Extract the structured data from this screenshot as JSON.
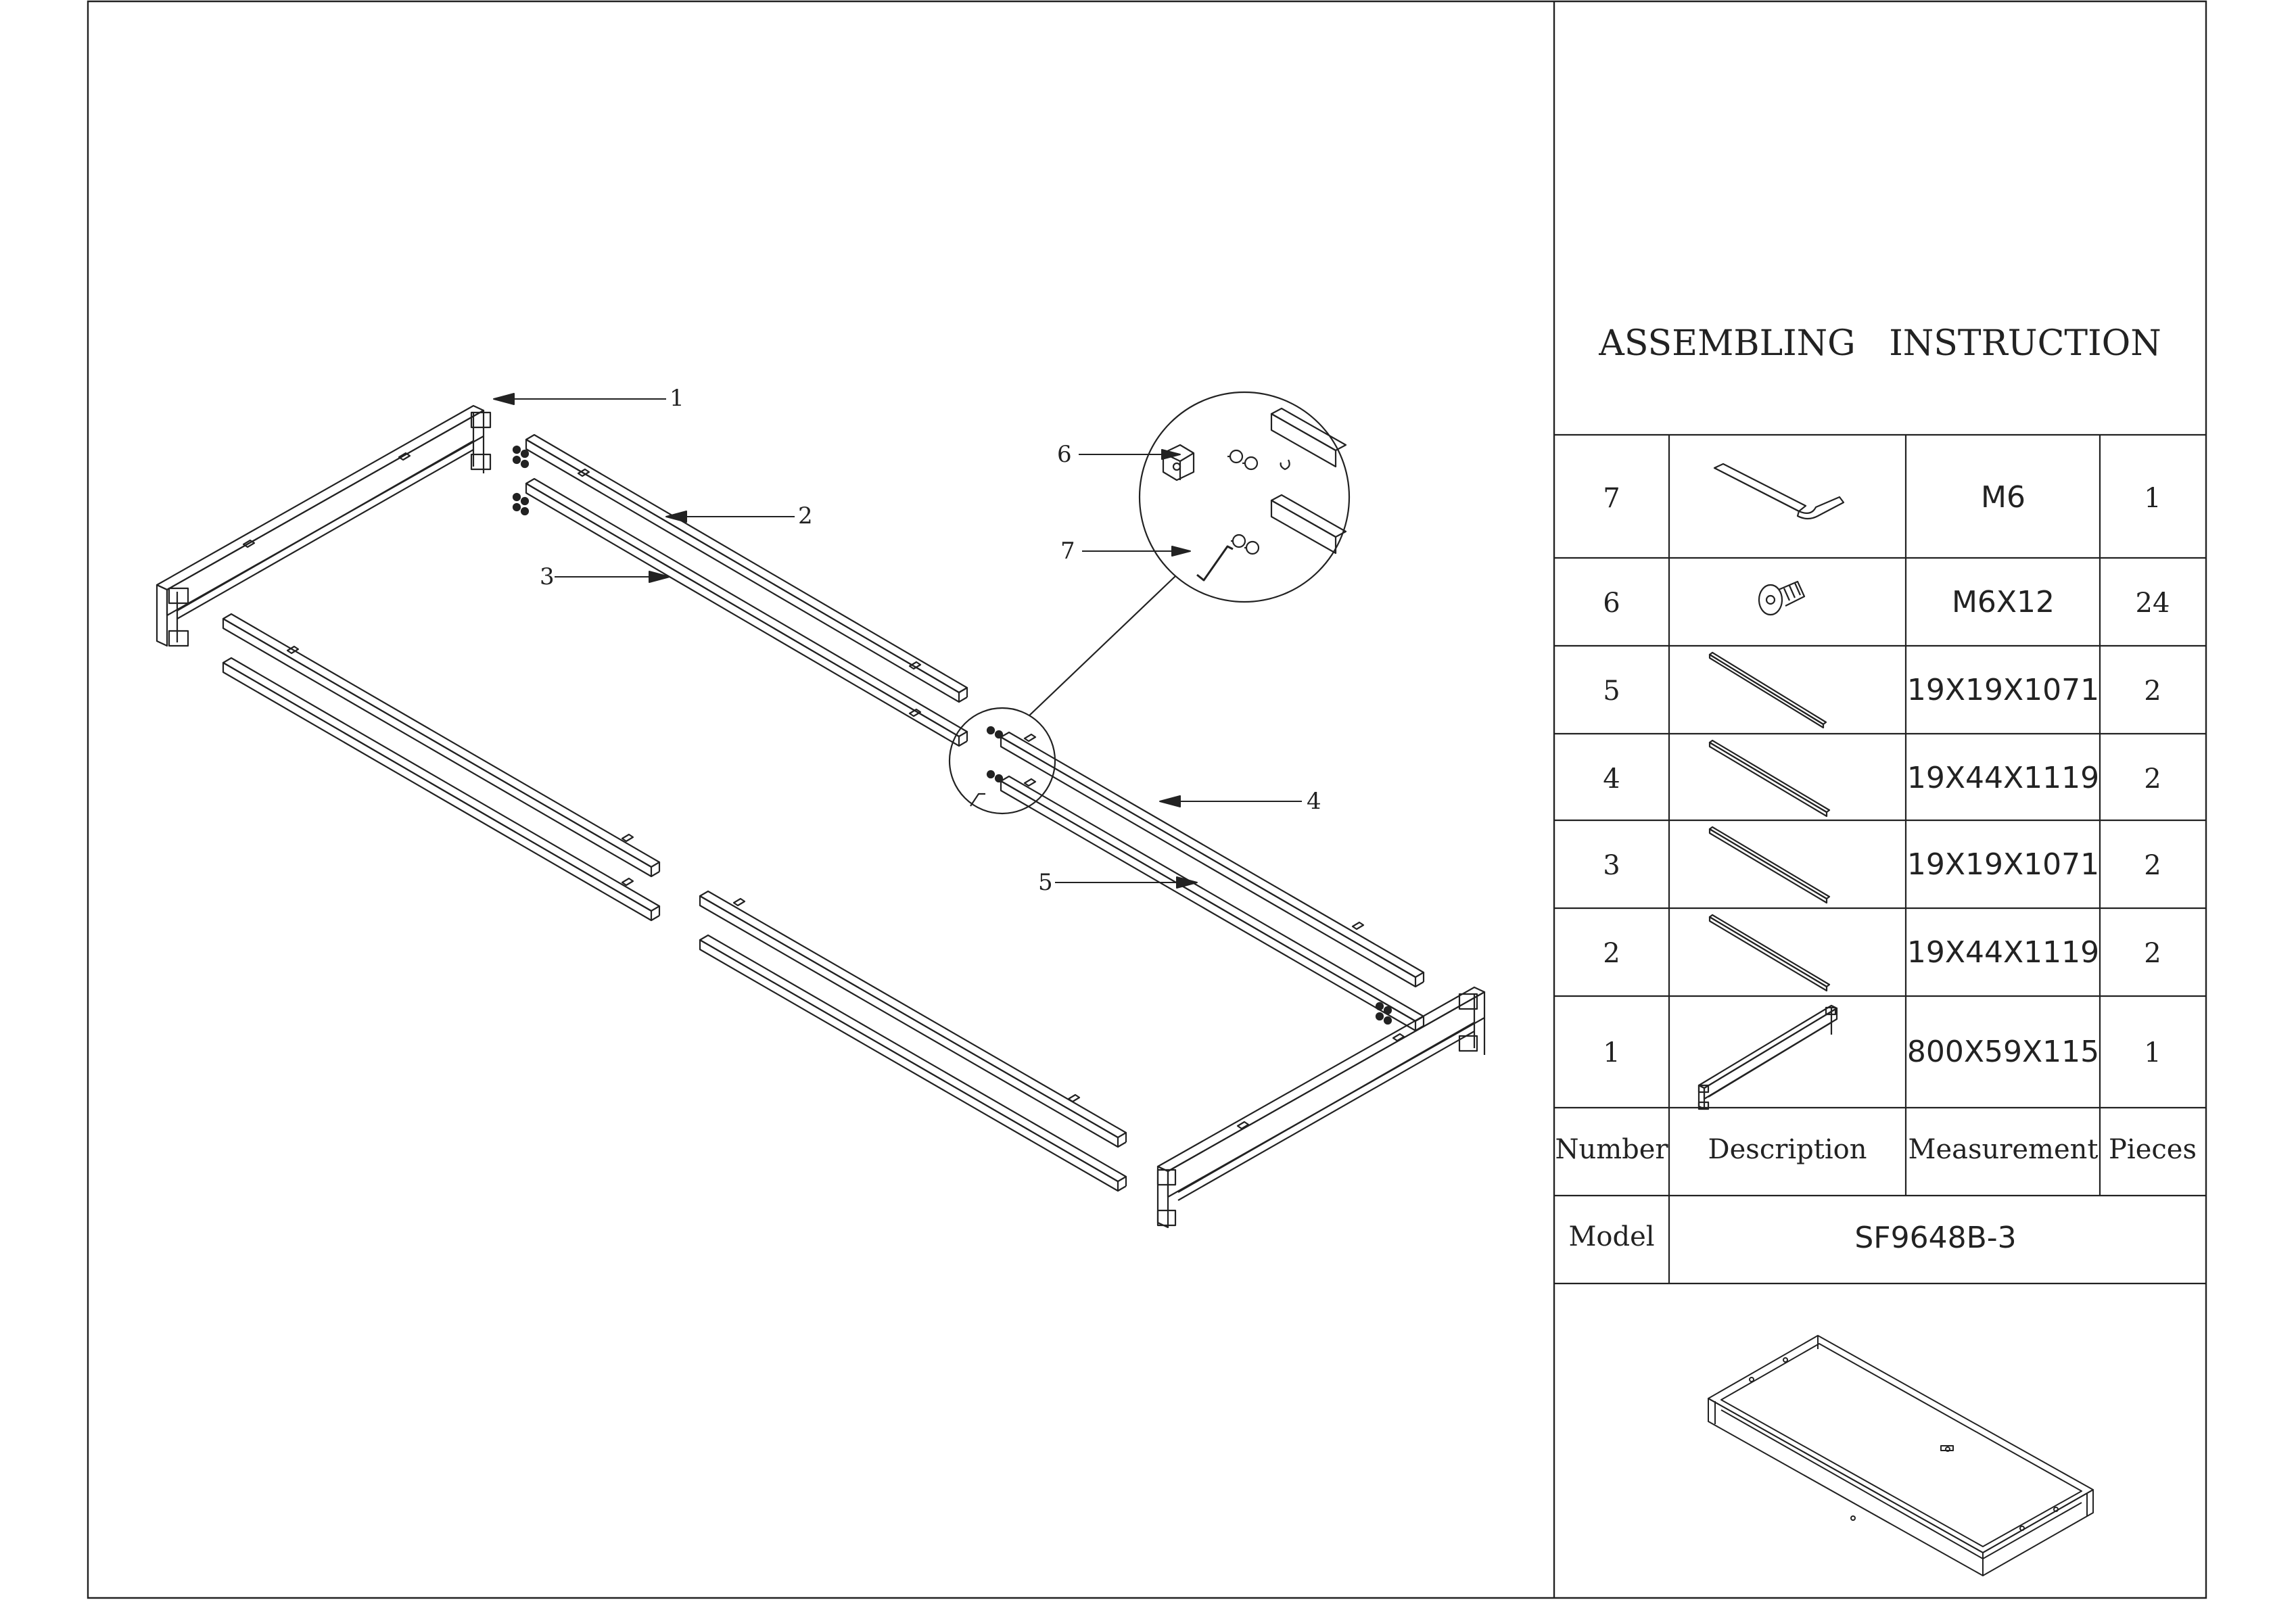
{
  "title": "ASSEMBLING   INSTRUCTION",
  "callouts": [
    "1",
    "2",
    "3",
    "4",
    "5",
    "6",
    "7"
  ],
  "parts_table": {
    "headers": {
      "number": "Number",
      "description": "Description",
      "measurement": "Measurement",
      "pieces": "Pieces"
    },
    "rows": [
      {
        "number": "7",
        "measurement": "M6",
        "pieces": "1",
        "icon": "hex-key-icon"
      },
      {
        "number": "6",
        "measurement": "M6X12",
        "pieces": "24",
        "icon": "bolt-icon"
      },
      {
        "number": "5",
        "measurement": "19X19X1071",
        "pieces": "2",
        "icon": "rail-icon"
      },
      {
        "number": "4",
        "measurement": "19X44X1119",
        "pieces": "2",
        "icon": "rail-icon"
      },
      {
        "number": "3",
        "measurement": "19X19X1071",
        "pieces": "2",
        "icon": "rail-icon"
      },
      {
        "number": "2",
        "measurement": "19X44X1119",
        "pieces": "2",
        "icon": "rail-icon"
      },
      {
        "number": "1",
        "measurement": "800X59X115",
        "pieces": "1",
        "icon": "end-frame-icon"
      }
    ]
  },
  "model": {
    "label": "Model",
    "value": "SF9648B-3"
  }
}
